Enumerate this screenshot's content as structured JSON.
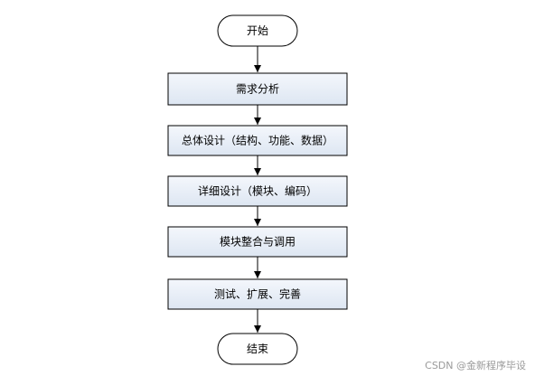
{
  "diagram": {
    "start": {
      "label": "开始"
    },
    "steps": [
      {
        "label": "需求分析"
      },
      {
        "label": "总体设计（结构、功能、数据）"
      },
      {
        "label": "详细设计（模块、编码）"
      },
      {
        "label": "模块整合与调用"
      },
      {
        "label": "测试、扩展、完善"
      }
    ],
    "end": {
      "label": "结束"
    }
  },
  "watermark": "CSDN @金新程序毕设",
  "colors": {
    "box_fill_top": "#f4f7fc",
    "box_fill_bottom": "#dde6f2",
    "stroke": "#000000"
  }
}
